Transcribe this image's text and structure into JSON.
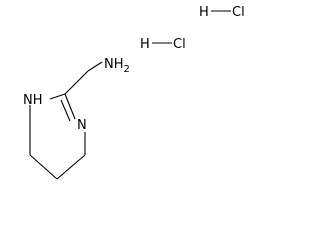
{
  "structure": {
    "labels": {
      "amine": "NH2",
      "ring_nh": "NH",
      "ring_n": "N",
      "hcl_1_h": "H",
      "hcl_1_cl": "Cl",
      "hcl_2_h": "H",
      "hcl_2_cl": "Cl"
    },
    "colors": {
      "bond": "#000000",
      "text": "#000000",
      "background": "#ffffff"
    }
  }
}
